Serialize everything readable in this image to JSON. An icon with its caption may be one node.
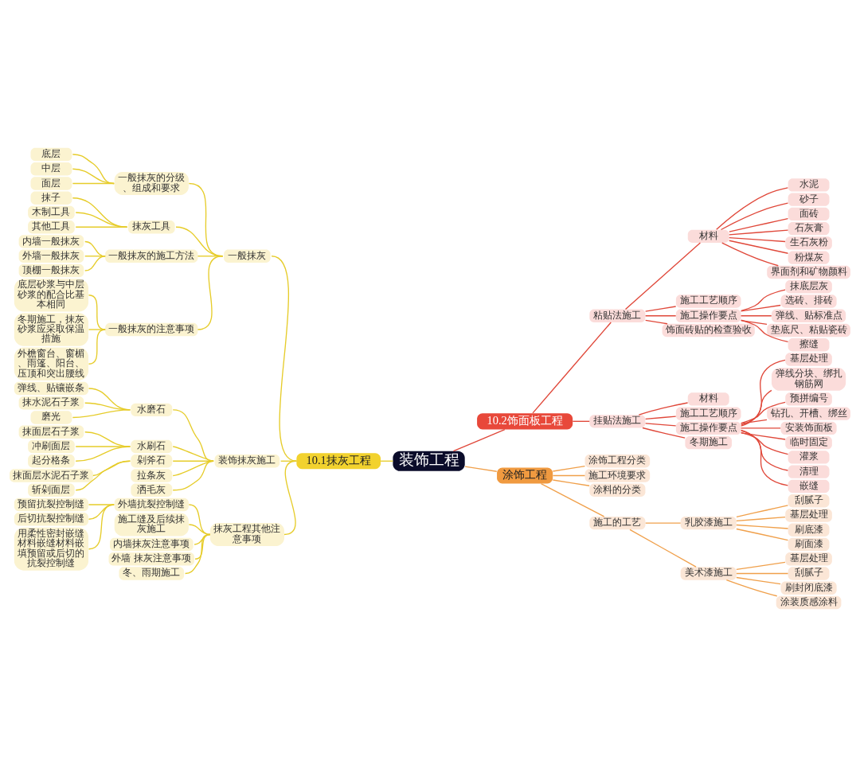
{
  "diagram": {
    "nodes": [
      {
        "text": [
          "装饰工程"
        ]
      },
      {
        "text": [
          "10.1抹灰工程"
        ]
      },
      {
        "text": [
          "一般抹灰"
        ]
      },
      {
        "text": [
          "一般抹灰的分级、组成和要求"
        ]
      },
      {
        "text": [
          "底层"
        ]
      },
      {
        "text": [
          "中层"
        ]
      },
      {
        "text": [
          "面层"
        ]
      },
      {
        "text": [
          "抹灰工具"
        ]
      },
      {
        "text": [
          "抹子"
        ]
      },
      {
        "text": [
          "木制工具"
        ]
      },
      {
        "text": [
          "其他工具"
        ]
      },
      {
        "text": [
          "一般抹灰的施工方法"
        ]
      },
      {
        "text": [
          "内墙一般抹灰"
        ]
      },
      {
        "text": [
          "外墙一般抹灰"
        ]
      },
      {
        "text": [
          "顶棚一般抹灰"
        ]
      },
      {
        "text": [
          "一般抹灰的注意事项"
        ]
      },
      {
        "text": [
          "底层砂浆与中层砂浆的配合比基本相同"
        ]
      },
      {
        "text": [
          "冬期施工，抹灰砂浆应采取保温措施"
        ]
      },
      {
        "text": [
          "外檐窗台、窗楣、雨篷、阳台、压顶和突出腰线"
        ]
      },
      {
        "text": [
          "装饰抹灰施工"
        ]
      },
      {
        "text": [
          "水磨石"
        ]
      },
      {
        "text": [
          "弹线、贴镶嵌条"
        ]
      },
      {
        "text": [
          "抹水泥石子浆"
        ]
      },
      {
        "text": [
          "磨光"
        ]
      },
      {
        "text": [
          "水刷石"
        ]
      },
      {
        "text": [
          "抹面层石子浆"
        ]
      },
      {
        "text": [
          "冲刷面层"
        ]
      },
      {
        "text": [
          "起分格条"
        ]
      },
      {
        "text": [
          "剁斧石"
        ]
      },
      {
        "text": [
          "抹面层水泥石子浆"
        ]
      },
      {
        "text": [
          "斩剁面层"
        ]
      },
      {
        "text": [
          "拉条灰"
        ]
      },
      {
        "text": [
          "洒毛灰"
        ]
      },
      {
        "text": [
          "抹灰工程其他注意事项"
        ]
      },
      {
        "text": [
          "外墙抗裂控制缝"
        ]
      },
      {
        "text": [
          "预留抗裂控制缝"
        ]
      },
      {
        "text": [
          "后切抗裂控制缝"
        ]
      },
      {
        "text": [
          "用柔性密封嵌缝材料嵌缝材料嵌填预留或后切的抗裂控制缝"
        ]
      },
      {
        "text": [
          "施工缝及后续抹灰施工"
        ]
      },
      {
        "text": [
          "内墙抹灰注意事项"
        ]
      },
      {
        "text": [
          "外墙 抹灰注意事项"
        ]
      },
      {
        "text": [
          "冬、雨期施工"
        ]
      },
      {
        "text": [
          "10.2饰面板工程"
        ]
      },
      {
        "text": [
          "粘贴法施工"
        ]
      },
      {
        "text": [
          "材料"
        ]
      },
      {
        "text": [
          "水泥"
        ]
      },
      {
        "text": [
          "砂子"
        ]
      },
      {
        "text": [
          "面砖"
        ]
      },
      {
        "text": [
          "石灰膏"
        ]
      },
      {
        "text": [
          "生石灰粉"
        ]
      },
      {
        "text": [
          "粉煤灰"
        ]
      },
      {
        "text": [
          "界面剂和矿物颜料"
        ]
      },
      {
        "text": [
          "施工工艺顺序"
        ]
      },
      {
        "text": [
          "施工操作要点"
        ]
      },
      {
        "text": [
          "抹底层灰"
        ]
      },
      {
        "text": [
          "选砖、排砖"
        ]
      },
      {
        "text": [
          "弹线、贴标准点"
        ]
      },
      {
        "text": [
          "垫底尺、粘贴瓷砖"
        ]
      },
      {
        "text": [
          "擦缝"
        ]
      },
      {
        "text": [
          "饰面砖贴的检查验收"
        ]
      },
      {
        "text": [
          "挂贴法施工"
        ]
      },
      {
        "text": [
          "材料"
        ]
      },
      {
        "text": [
          "施工工艺顺序"
        ]
      },
      {
        "text": [
          "施工操作要点"
        ]
      },
      {
        "text": [
          "基层处理"
        ]
      },
      {
        "text": [
          "弹线分块、绑扎钢筋网"
        ]
      },
      {
        "text": [
          "预拼编号"
        ]
      },
      {
        "text": [
          "钻孔、开槽、绑丝"
        ]
      },
      {
        "text": [
          "安装饰面板"
        ]
      },
      {
        "text": [
          "临时固定"
        ]
      },
      {
        "text": [
          "灌浆"
        ]
      },
      {
        "text": [
          "清理"
        ]
      },
      {
        "text": [
          "嵌缝"
        ]
      },
      {
        "text": [
          "冬期施工"
        ]
      },
      {
        "text": [
          "涂饰工程"
        ]
      },
      {
        "text": [
          "涂饰工程分类"
        ]
      },
      {
        "text": [
          "施工环境要求"
        ]
      },
      {
        "text": [
          "涂料的分类"
        ]
      },
      {
        "text": [
          "施工的工艺"
        ]
      },
      {
        "text": [
          "乳胶漆施工"
        ]
      },
      {
        "text": [
          "刮腻子"
        ]
      },
      {
        "text": [
          "基层处理"
        ]
      },
      {
        "text": [
          "刷底漆"
        ]
      },
      {
        "text": [
          "刷面漆"
        ]
      },
      {
        "text": [
          "美术漆施工"
        ]
      },
      {
        "text": [
          "基层处理"
        ]
      },
      {
        "text": [
          "刮腻子"
        ]
      },
      {
        "text": [
          "刷封闭底漆"
        ]
      },
      {
        "text": [
          "涂装质感涂料"
        ]
      }
    ],
    "edges": [
      {
        "from": 0,
        "to": 1,
        "arrow": "none"
      },
      {
        "from": 1,
        "to": 2,
        "arrow": "none"
      },
      {
        "from": 2,
        "to": 3,
        "arrow": "none"
      },
      {
        "from": 3,
        "to": 4,
        "arrow": "none"
      },
      {
        "from": 3,
        "to": 5,
        "arrow": "none"
      },
      {
        "from": 3,
        "to": 6,
        "arrow": "none"
      },
      {
        "from": 2,
        "to": 7,
        "arrow": "none"
      },
      {
        "from": 7,
        "to": 8,
        "arrow": "none"
      },
      {
        "from": 7,
        "to": 9,
        "arrow": "none"
      },
      {
        "from": 7,
        "to": 10,
        "arrow": "none"
      },
      {
        "from": 2,
        "to": 11,
        "arrow": "none"
      },
      {
        "from": 11,
        "to": 12,
        "arrow": "none"
      },
      {
        "from": 11,
        "to": 13,
        "arrow": "none"
      },
      {
        "from": 11,
        "to": 14,
        "arrow": "none"
      },
      {
        "from": 2,
        "to": 15,
        "arrow": "none"
      },
      {
        "from": 15,
        "to": 16,
        "arrow": "none"
      },
      {
        "from": 15,
        "to": 17,
        "arrow": "none"
      },
      {
        "from": 15,
        "to": 18,
        "arrow": "none"
      },
      {
        "from": 1,
        "to": 19,
        "arrow": "none"
      },
      {
        "from": 19,
        "to": 20,
        "arrow": "none"
      },
      {
        "from": 20,
        "to": 21,
        "arrow": "none"
      },
      {
        "from": 20,
        "to": 22,
        "arrow": "none"
      },
      {
        "from": 20,
        "to": 23,
        "arrow": "none"
      },
      {
        "from": 19,
        "to": 24,
        "arrow": "none"
      },
      {
        "from": 24,
        "to": 25,
        "arrow": "none"
      },
      {
        "from": 24,
        "to": 26,
        "arrow": "none"
      },
      {
        "from": 24,
        "to": 27,
        "arrow": "none"
      },
      {
        "from": 19,
        "to": 28,
        "arrow": "none"
      },
      {
        "from": 28,
        "to": 29,
        "arrow": "none"
      },
      {
        "from": 28,
        "to": 30,
        "arrow": "none"
      },
      {
        "from": 19,
        "to": 31,
        "arrow": "none"
      },
      {
        "from": 19,
        "to": 32,
        "arrow": "none"
      },
      {
        "from": 1,
        "to": 33,
        "arrow": "none"
      },
      {
        "from": 33,
        "to": 34,
        "arrow": "none"
      },
      {
        "from": 34,
        "to": 35,
        "arrow": "none"
      },
      {
        "from": 34,
        "to": 36,
        "arrow": "none"
      },
      {
        "from": 34,
        "to": 37,
        "arrow": "none"
      },
      {
        "from": 33,
        "to": 38,
        "arrow": "none"
      },
      {
        "from": 33,
        "to": 39,
        "arrow": "none"
      },
      {
        "from": 33,
        "to": 40,
        "arrow": "none"
      },
      {
        "from": 33,
        "to": 41,
        "arrow": "none"
      },
      {
        "from": 0,
        "to": 42,
        "arrow": "none",
        "color": "#e0483a"
      },
      {
        "from": 42,
        "to": 43,
        "arrow": "none",
        "color": "#e0483a"
      },
      {
        "from": 43,
        "to": 44,
        "arrow": "none",
        "color": "#e0483a"
      },
      {
        "from": 44,
        "to": 45,
        "arrow": "none",
        "color": "#e0483a"
      },
      {
        "from": 44,
        "to": 46,
        "arrow": "none",
        "color": "#e0483a"
      },
      {
        "from": 44,
        "to": 47,
        "arrow": "none",
        "color": "#e0483a"
      },
      {
        "from": 44,
        "to": 48,
        "arrow": "none",
        "color": "#e0483a"
      },
      {
        "from": 44,
        "to": 49,
        "arrow": "none",
        "color": "#e0483a"
      },
      {
        "from": 44,
        "to": 50,
        "arrow": "none",
        "color": "#e0483a"
      },
      {
        "from": 44,
        "to": 51,
        "arrow": "none",
        "color": "#e0483a"
      },
      {
        "from": 43,
        "to": 52,
        "arrow": "none",
        "color": "#e0483a"
      },
      {
        "from": 43,
        "to": 53,
        "arrow": "none",
        "color": "#e0483a"
      },
      {
        "from": 53,
        "to": 54,
        "arrow": "none",
        "color": "#e0483a"
      },
      {
        "from": 53,
        "to": 55,
        "arrow": "none",
        "color": "#e0483a"
      },
      {
        "from": 53,
        "to": 56,
        "arrow": "none",
        "color": "#e0483a"
      },
      {
        "from": 53,
        "to": 57,
        "arrow": "none",
        "color": "#e0483a"
      },
      {
        "from": 53,
        "to": 58,
        "arrow": "none",
        "color": "#e0483a"
      },
      {
        "from": 43,
        "to": 59,
        "arrow": "none",
        "color": "#e0483a"
      },
      {
        "from": 42,
        "to": 60,
        "arrow": "none",
        "color": "#e0483a"
      },
      {
        "from": 60,
        "to": 61,
        "arrow": "none",
        "color": "#e0483a"
      },
      {
        "from": 60,
        "to": 62,
        "arrow": "none",
        "color": "#e0483a"
      },
      {
        "from": 60,
        "to": 63,
        "arrow": "none",
        "color": "#e0483a"
      },
      {
        "from": 63,
        "to": 64,
        "arrow": "none",
        "color": "#e0483a"
      },
      {
        "from": 63,
        "to": 65,
        "arrow": "none",
        "color": "#e0483a"
      },
      {
        "from": 63,
        "to": 66,
        "arrow": "none",
        "color": "#e0483a"
      },
      {
        "from": 63,
        "to": 67,
        "arrow": "none",
        "color": "#e0483a"
      },
      {
        "from": 63,
        "to": 68,
        "arrow": "none",
        "color": "#e0483a"
      },
      {
        "from": 63,
        "to": 69,
        "arrow": "none",
        "color": "#e0483a"
      },
      {
        "from": 63,
        "to": 70,
        "arrow": "none",
        "color": "#e0483a"
      },
      {
        "from": 63,
        "to": 71,
        "arrow": "none",
        "color": "#e0483a"
      },
      {
        "from": 63,
        "to": 72,
        "arrow": "none",
        "color": "#e0483a"
      },
      {
        "from": 60,
        "to": 73,
        "arrow": "none",
        "color": "#e0483a"
      },
      {
        "from": 0,
        "to": 74,
        "arrow": "none",
        "color": "#f0a04b"
      },
      {
        "from": 74,
        "to": 75,
        "arrow": "none",
        "color": "#f0a04b"
      },
      {
        "from": 74,
        "to": 76,
        "arrow": "none",
        "color": "#f0a04b"
      },
      {
        "from": 74,
        "to": 77,
        "arrow": "none",
        "color": "#f0a04b"
      },
      {
        "from": 74,
        "to": 78,
        "arrow": "none",
        "color": "#f0a04b"
      },
      {
        "from": 78,
        "to": 79,
        "arrow": "none",
        "color": "#f0a04b"
      },
      {
        "from": 79,
        "to": 80,
        "arrow": "none",
        "color": "#f0a04b"
      },
      {
        "from": 79,
        "to": 81,
        "arrow": "none",
        "color": "#f0a04b"
      },
      {
        "from": 79,
        "to": 82,
        "arrow": "none",
        "color": "#f0a04b"
      },
      {
        "from": 79,
        "to": 83,
        "arrow": "none",
        "color": "#f0a04b"
      },
      {
        "from": 78,
        "to": 84,
        "arrow": "none",
        "color": "#f0a04b"
      },
      {
        "from": 84,
        "to": 85,
        "arrow": "none",
        "color": "#f0a04b"
      },
      {
        "from": 84,
        "to": 86,
        "arrow": "none",
        "color": "#f0a04b"
      },
      {
        "from": 84,
        "to": 87,
        "arrow": "none",
        "color": "#f0a04b"
      },
      {
        "from": 84,
        "to": 88,
        "arrow": "none",
        "color": "#f0a04b"
      }
    ]
  }
}
